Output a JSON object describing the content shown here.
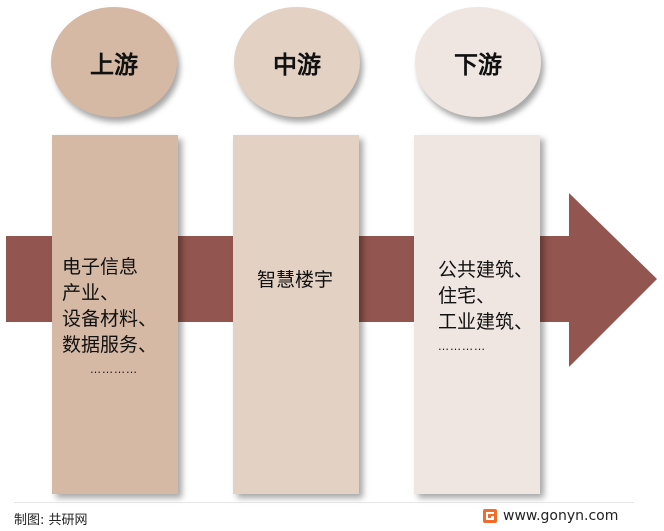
{
  "colors": {
    "arrow": "#93554F",
    "upstream": "#D5B9A5",
    "midstream": "#E3D1C4",
    "downstream": "#EFE6E1",
    "logo": "#F26B2B"
  },
  "stages": [
    {
      "title": "上游",
      "content": "电子信息\n产业、\n设备材料、\n数据服务、",
      "ellipsis": "…………"
    },
    {
      "title": "中游",
      "content": "智慧楼宇",
      "ellipsis": ""
    },
    {
      "title": "下游",
      "content": "公共建筑、\n住宅、\n工业建筑、",
      "ellipsis": "…………"
    }
  ],
  "footer": {
    "credit": "制图: 共研网",
    "website": "www.gonyn.com"
  }
}
